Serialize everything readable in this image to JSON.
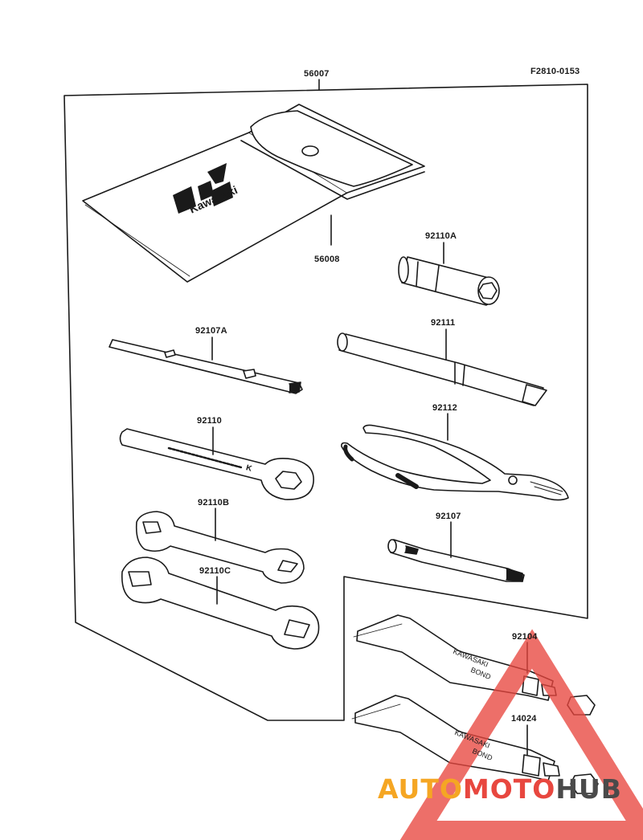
{
  "figure_code": "F2810-0153",
  "parts": {
    "p56007": "56007",
    "p56008": "56008",
    "p92110A": "92110A",
    "p92107A": "92107A",
    "p92111": "92111",
    "p92110": "92110",
    "p92112": "92112",
    "p92110B": "92110B",
    "p92107": "92107",
    "p92110C": "92110C",
    "p92104": "92104",
    "p14024": "14024"
  },
  "pouch_brand": "Kawasaki",
  "tube_brand": "KAWASAKI",
  "tube_product": "BOND",
  "wrench_mark": "K",
  "watermark": {
    "part1": "AUTO",
    "part2": "MOTO",
    "part3": "HUB",
    "color1": "#f5a623",
    "color2": "#e8473f",
    "color3": "#4a4a4a"
  }
}
